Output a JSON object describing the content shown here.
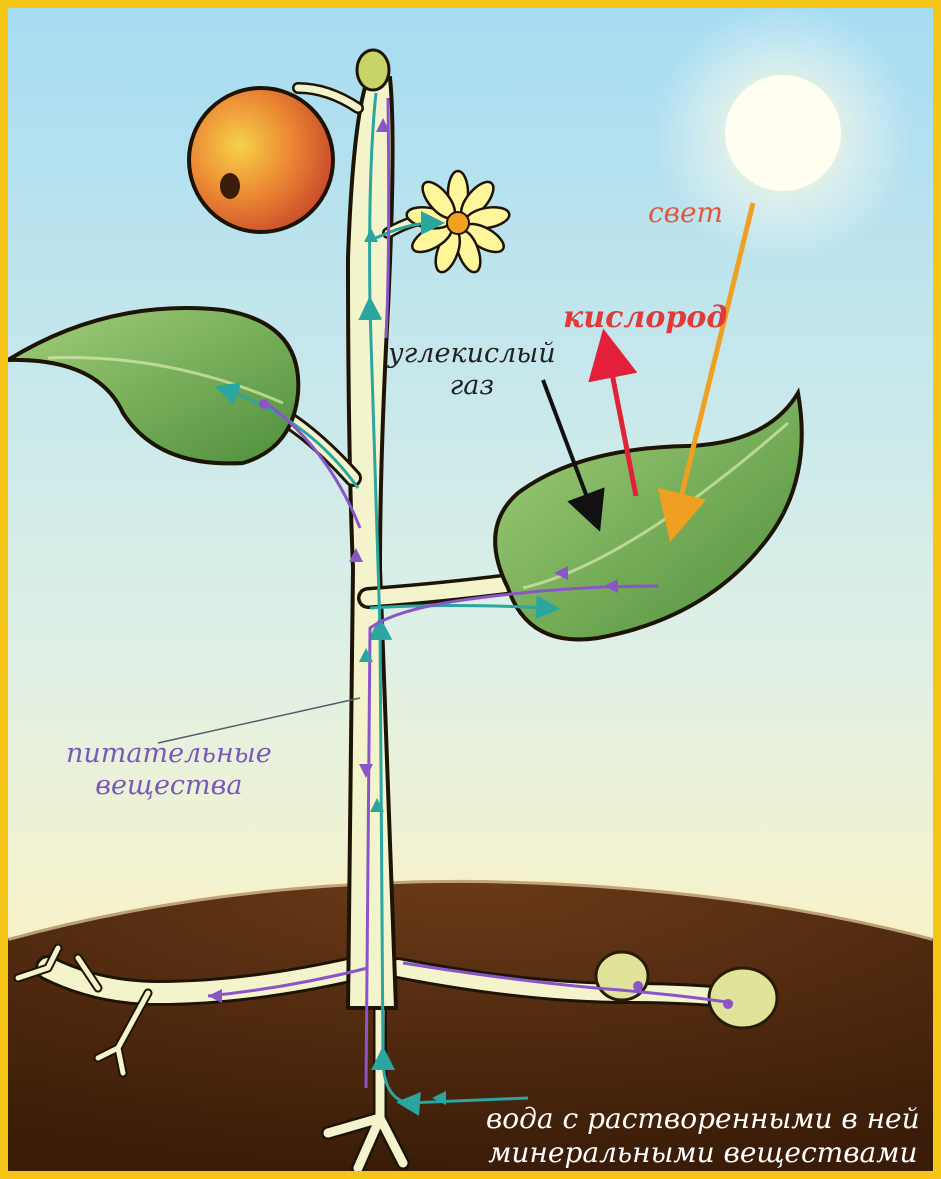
{
  "labels": {
    "light": "свет",
    "oxygen": "кислород",
    "co2_line1": "углекислый",
    "co2_line2": "газ",
    "nutrients_line1": "питательные",
    "nutrients_line2": "вещества",
    "water_line1": "вода с растворенными в ней",
    "water_line2": "минеральными веществами"
  },
  "colors": {
    "frame": "#f5c518",
    "sky_top": "#a8dcf0",
    "sky_bottom": "#f6f4cf",
    "soil": "#4a250d",
    "leaf": "#7cb35a",
    "stem": "#f3f4cc",
    "fruit": "#e46a2a",
    "flower": "#fff59a",
    "light_arrow": "#f0a020",
    "oxygen_arrow": "#e2203a",
    "co2_arrow": "#111111",
    "water_flow": "#2aa5a0",
    "nutrient_flow": "#8a55c8",
    "light_text": "#e05a3c",
    "oxygen_text": "#e03a3a",
    "co2_text": "#222222",
    "nutrients_text": "#7a5ab8",
    "water_text": "#ffffff"
  }
}
